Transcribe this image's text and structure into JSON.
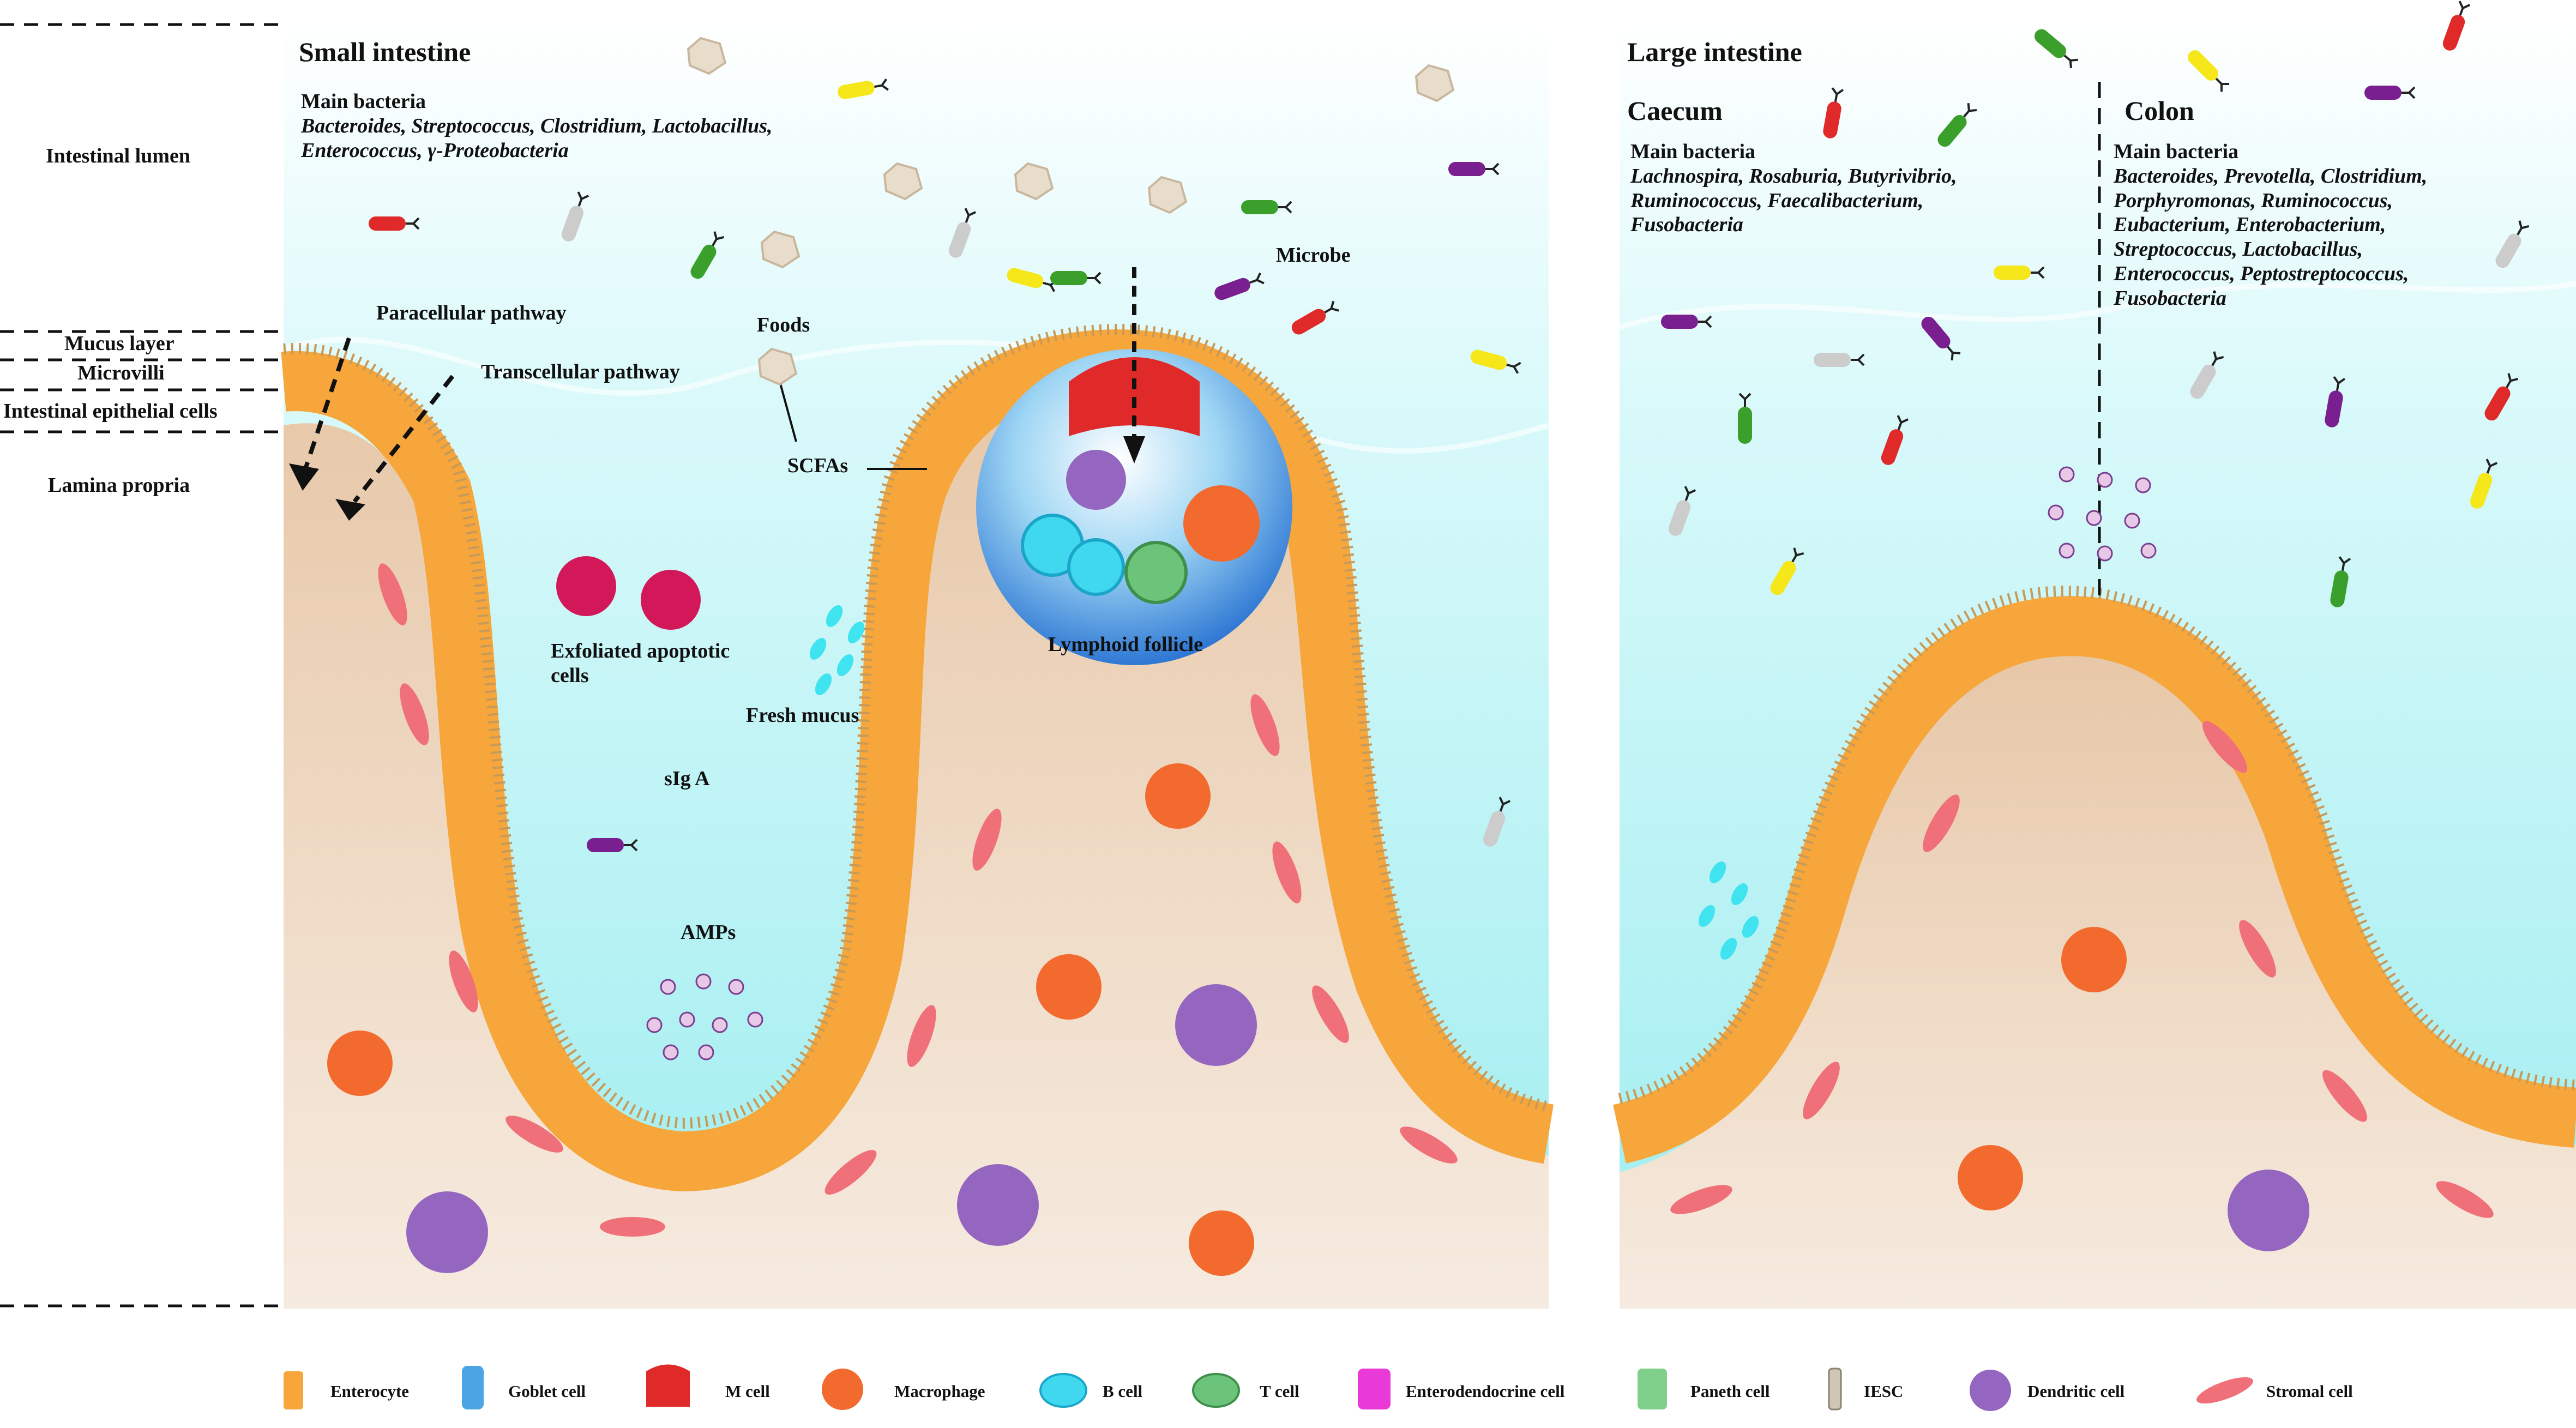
{
  "colors": {
    "lumen_top": "#ffffff",
    "lumen": "#aef3f5",
    "lamina": "#ecd5bd",
    "enterocyte": "#f6a63a",
    "goblet": "#4ba5e5",
    "m_cell": "#e02a2a",
    "macrophage": "#f26a2d",
    "b_cell": "#3fd8ef",
    "t_cell": "#6bc47a",
    "enteroendocrine": "#e93ad8",
    "paneth": "#7fd08a",
    "iesc": "#cfc6b6",
    "dendritic": "#9466c0",
    "stromal": "#f0707a"
  },
  "layers": {
    "lumen": "Intestinal lumen",
    "mucus": "Mucus layer",
    "microvilli": "Microvilli",
    "epithelial": "Intestinal epithelial cells",
    "lamina": "Lamina propria"
  },
  "small": {
    "title": "Small intestine",
    "bact_head": "Main bacteria",
    "bact_line1": "Bacteroides, Streptococcus, Clostridium, Lactobacillus,",
    "bact_line2": "Enterococcus, γ-Proteobacteria",
    "paracellular": "Paracellular pathway",
    "transcellular": "Transcellular pathway",
    "foods": "Foods",
    "scfas": "SCFAs",
    "microbe": "Microbe",
    "exfoliated1": "Exfoliated apoptotic",
    "exfoliated2": "cells",
    "fresh_mucus": "Fresh mucus",
    "siga": "sIg A",
    "amps": "AMPs",
    "lymphoid": "Lymphoid follicle"
  },
  "large": {
    "title": "Large intestine",
    "caecum": "Caecum",
    "colon": "Colon",
    "caecum_head": "Main bacteria",
    "caecum_l1": "Lachnospira, Rosaburia, Butyrivibrio,",
    "caecum_l2": "Ruminococcus, Faecalibacterium,",
    "caecum_l3": "Fusobacteria",
    "colon_head": "Main bacteria",
    "colon_l1": "Bacteroides, Prevotella, Clostridium,",
    "colon_l2": "Porphyromonas, Ruminococcus,",
    "colon_l3": "Eubacterium, Enterobacterium,",
    "colon_l4": "Streptococcus, Lactobacillus,",
    "colon_l5": "Enterococcus, Peptostreptococcus,",
    "colon_l6": "Fusobacteria"
  },
  "legend": [
    {
      "label": "Enterocyte",
      "icon": "enterocyte-icon"
    },
    {
      "label": "Goblet cell",
      "icon": "goblet-cell-icon"
    },
    {
      "label": "M cell",
      "icon": "m-cell-icon"
    },
    {
      "label": "Macrophage",
      "icon": "macrophage-icon"
    },
    {
      "label": "B cell",
      "icon": "b-cell-icon"
    },
    {
      "label": "T cell",
      "icon": "t-cell-icon"
    },
    {
      "label": "Enterodendocrine cell",
      "icon": "enteroendocrine-cell-icon"
    },
    {
      "label": "Paneth cell",
      "icon": "paneth-cell-icon"
    },
    {
      "label": "IESC",
      "icon": "iesc-icon"
    },
    {
      "label": "Dendritic cell",
      "icon": "dendritic-cell-icon"
    },
    {
      "label": "Stromal cell",
      "icon": "stromal-cell-icon"
    }
  ]
}
